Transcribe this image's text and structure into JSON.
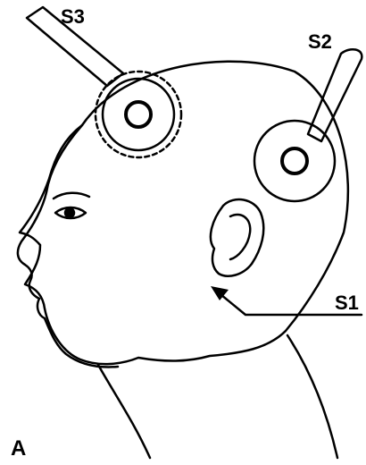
{
  "labels": {
    "s1": "S1",
    "s2": "S2",
    "s3": "S3",
    "panel": "A"
  }
}
